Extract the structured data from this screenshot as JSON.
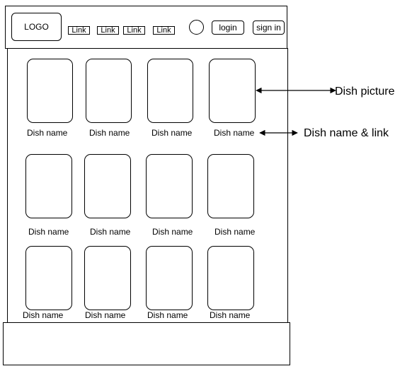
{
  "header": {
    "logo": "LOGO",
    "links": [
      "Link",
      "Link",
      "Link",
      "Link"
    ],
    "login": "login",
    "signin": "sign in"
  },
  "dishes": [
    [
      "Dish name",
      "Dish name",
      "Dish name",
      "Dish name"
    ],
    [
      "Dish name",
      "Dish name",
      "Dish name",
      "Dish name"
    ],
    [
      "Dish name",
      "Dish name",
      "Dish name",
      "Dish name"
    ]
  ],
  "annotations": {
    "picture": "Dish picture",
    "name_link": "Dish name & link"
  }
}
